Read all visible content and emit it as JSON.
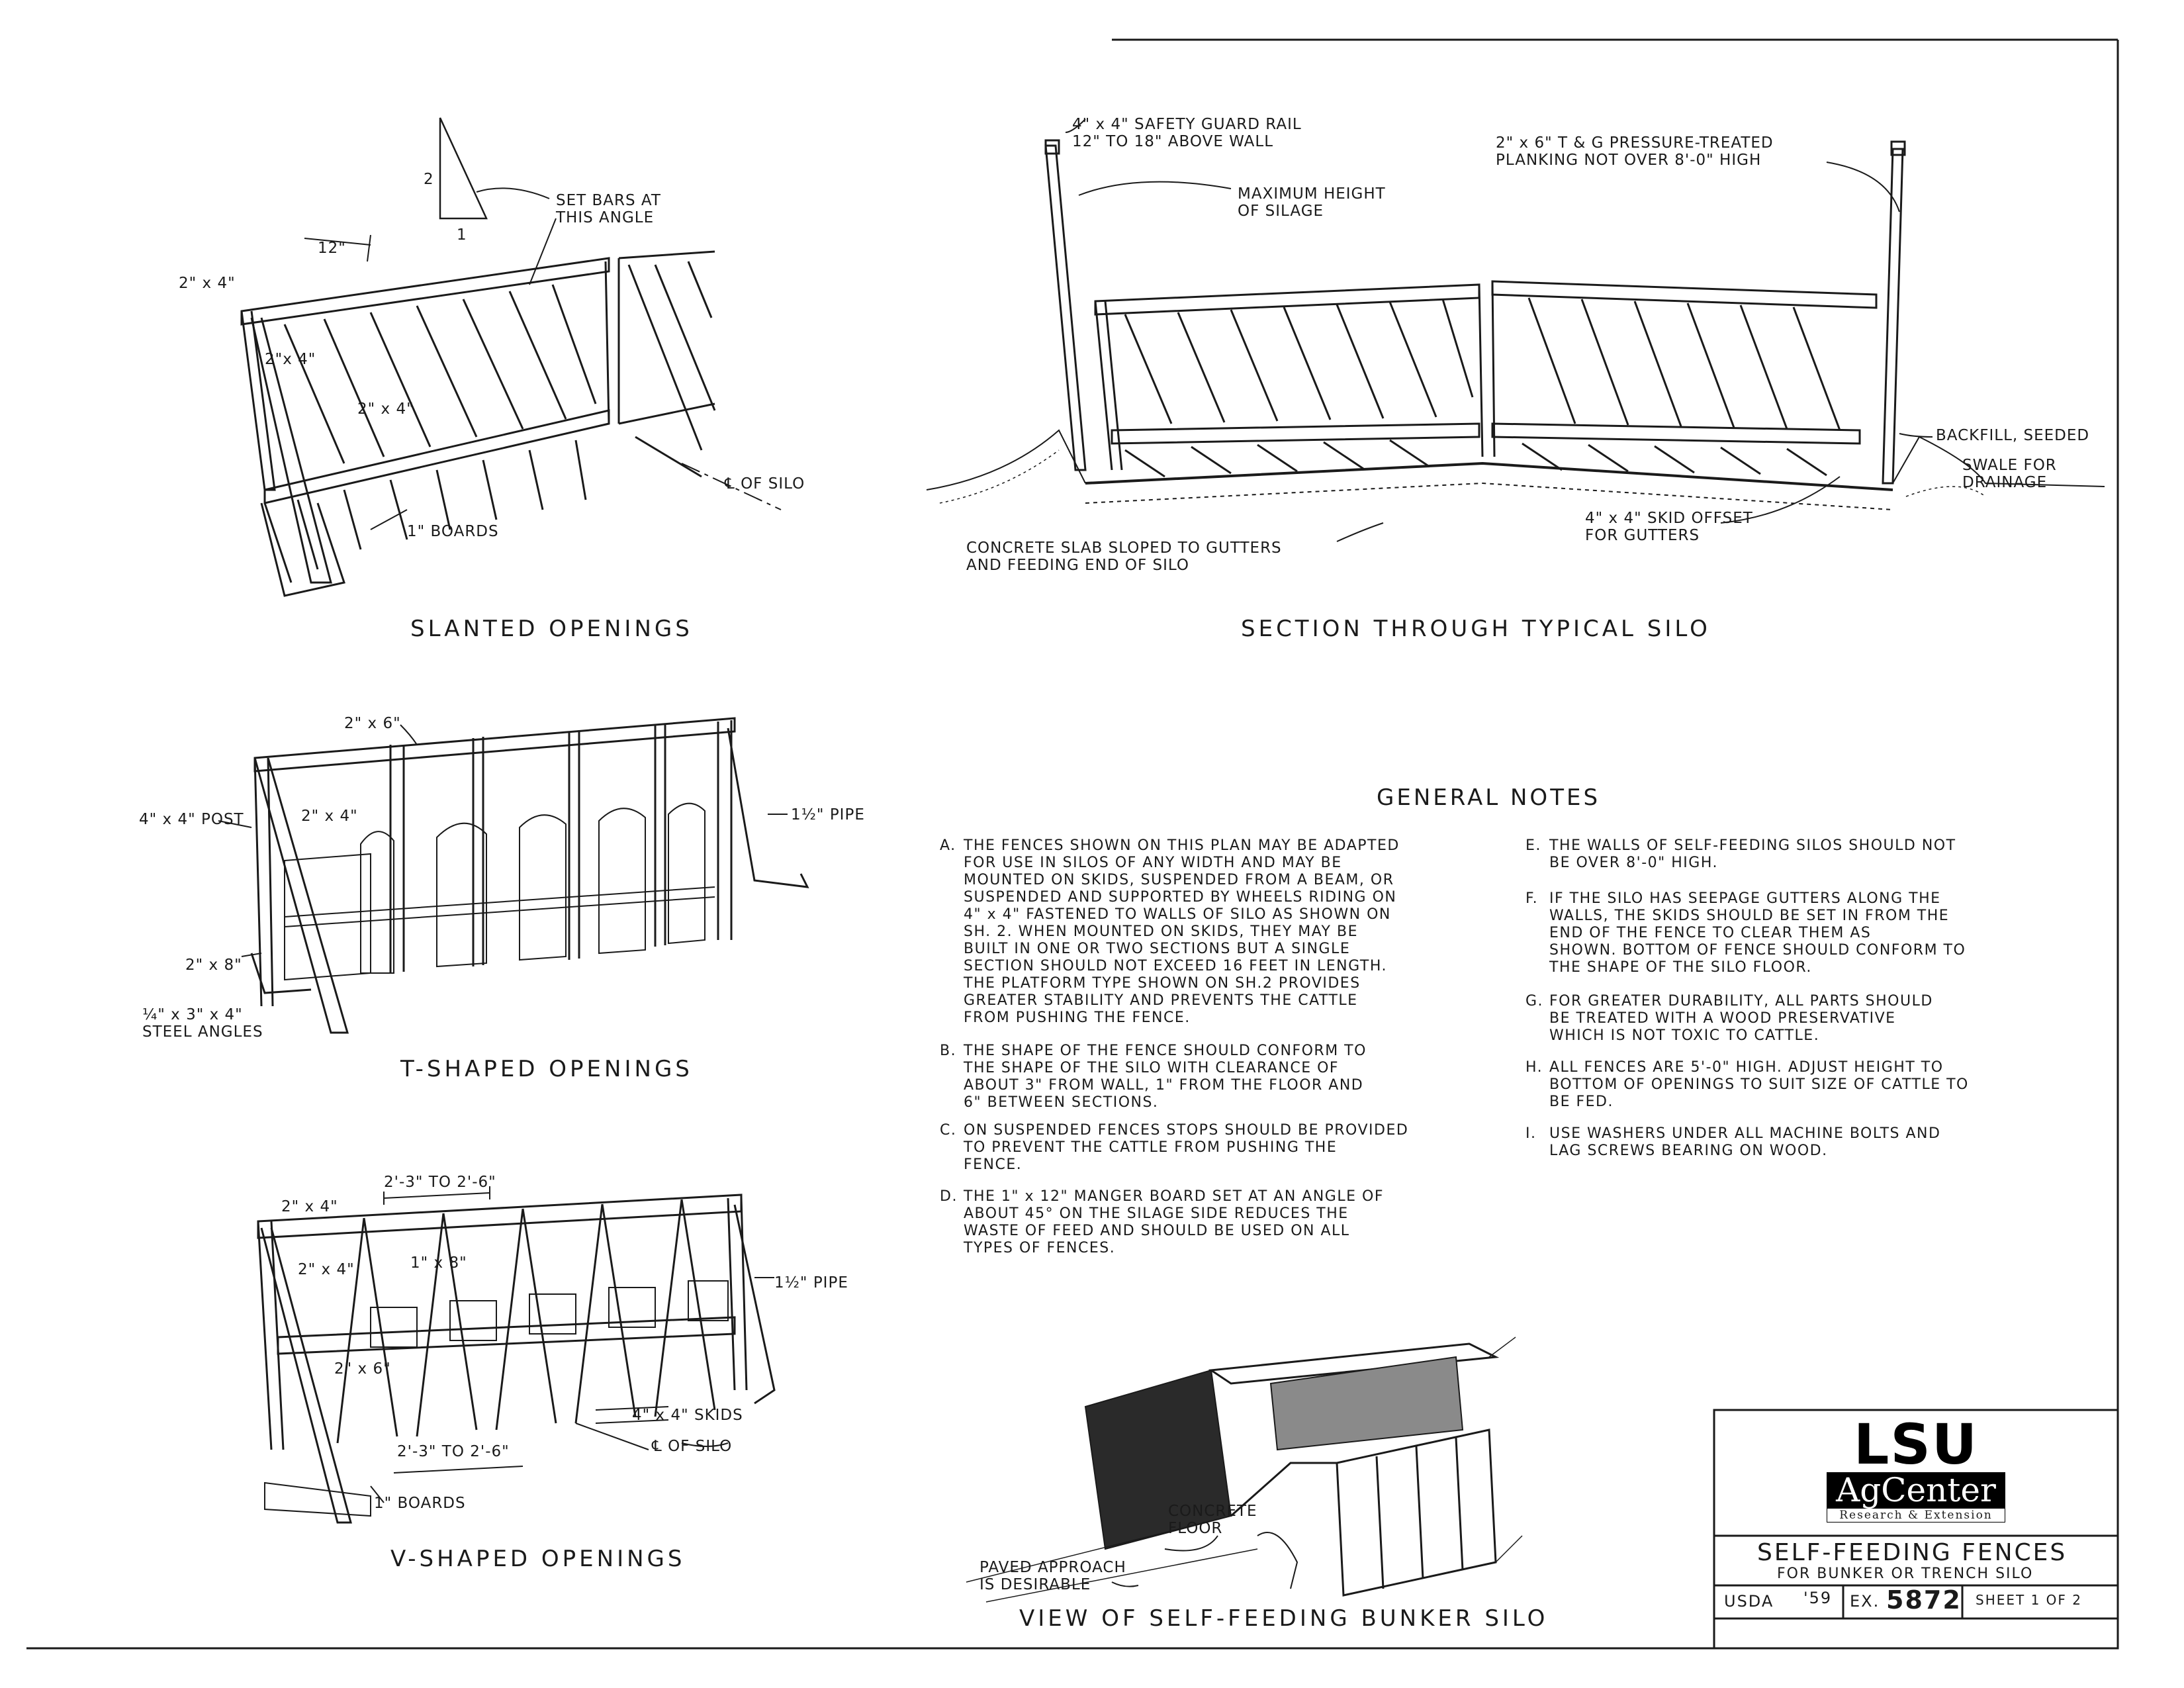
{
  "titles": {
    "slanted": "SLANTED OPENINGS",
    "section": "SECTION THROUGH TYPICAL SILO",
    "t_shaped": "T-SHAPED OPENINGS",
    "v_shaped": "V-SHAPED OPENINGS",
    "bunker_view": "VIEW OF SELF-FEEDING BUNKER SILO",
    "general_notes": "GENERAL NOTES"
  },
  "slanted_labels": {
    "ratio_2": "2",
    "ratio_1": "1",
    "set_bars": "SET BARS AT\nTHIS ANGLE",
    "spacing": "12\"",
    "top_rail": "2\" x 4\"",
    "diag": "2\"x 4\"",
    "bar": "2\" x 4\"",
    "boards": "1\" BOARDS",
    "centerline": "℄ OF SILO"
  },
  "section_labels": {
    "guard_rail": "4\" x 4\" SAFETY GUARD RAIL\n12\" TO 18\" ABOVE WALL",
    "planking": "2\" x 6\" T & G PRESSURE-TREATED\nPLANKING NOT OVER 8'-0\" HIGH",
    "max_height": "MAXIMUM HEIGHT\nOF SILAGE",
    "backfill": "BACKFILL, SEEDED",
    "swale": "SWALE FOR\nDRAINAGE",
    "skid": "4\" x 4\" SKID OFFSET\nFOR GUTTERS",
    "slab": "CONCRETE SLAB SLOPED TO GUTTERS\nAND FEEDING END OF SILO"
  },
  "t_labels": {
    "top": "2\" x 6\"",
    "post": "4\" x 4\" POST",
    "inner": "2\" x 4\"",
    "pipe": "1½\" PIPE",
    "base": "2\" x 8\"",
    "angles": "¼\" x 3\" x 4\"\nSTEEL ANGLES"
  },
  "v_labels": {
    "top_rail": "2\" x 4\"",
    "spacing_top": "2'-3\" TO 2'-6\"",
    "diag": "2\" x 4\"",
    "board": "1\" x 8\"",
    "pipe": "1½\" PIPE",
    "mid": "2\" x 6\"",
    "skids": "4\" x 4\" SKIDS",
    "spacing_bottom": "2'-3\" TO 2'-6\"",
    "centerline": "℄ OF SILO",
    "boards": "1\" BOARDS"
  },
  "bunker_labels": {
    "floor": "CONCRETE\nFLOOR",
    "approach": "PAVED APPROACH\nIS DESIRABLE"
  },
  "notes": [
    {
      "letter": "A.",
      "text": "THE FENCES SHOWN ON THIS PLAN MAY BE ADAPTED\nFOR USE IN SILOS OF ANY WIDTH AND MAY BE\nMOUNTED ON SKIDS, SUSPENDED FROM A BEAM, OR\nSUSPENDED AND SUPPORTED BY WHEELS RIDING ON\n4\" x 4\" FASTENED TO WALLS OF SILO AS SHOWN ON\nSH. 2. WHEN MOUNTED ON SKIDS, THEY MAY BE\nBUILT IN ONE OR TWO SECTIONS BUT A SINGLE\nSECTION SHOULD NOT EXCEED 16 FEET IN LENGTH.\nTHE PLATFORM TYPE SHOWN ON SH.2 PROVIDES\nGREATER STABILITY AND PREVENTS THE CATTLE\nFROM PUSHING THE FENCE."
    },
    {
      "letter": "B.",
      "text": "THE SHAPE OF THE FENCE SHOULD CONFORM TO\nTHE SHAPE OF THE SILO WITH CLEARANCE OF\nABOUT 3\" FROM WALL, 1\" FROM THE FLOOR AND\n6\" BETWEEN SECTIONS."
    },
    {
      "letter": "C.",
      "text": "ON SUSPENDED FENCES STOPS SHOULD BE PROVIDED\nTO PREVENT THE CATTLE FROM PUSHING THE\nFENCE."
    },
    {
      "letter": "D.",
      "text": "THE 1\" x 12\" MANGER BOARD SET AT AN ANGLE OF\nABOUT 45° ON THE SILAGE SIDE REDUCES THE\nWASTE OF FEED AND SHOULD BE USED ON ALL\nTYPES OF FENCES."
    },
    {
      "letter": "E.",
      "text": "THE WALLS OF SELF-FEEDING SILOS SHOULD NOT\nBE OVER 8'-0\" HIGH."
    },
    {
      "letter": "F.",
      "text": "IF THE SILO HAS SEEPAGE GUTTERS ALONG THE\nWALLS, THE SKIDS SHOULD BE SET IN FROM THE\nEND OF THE FENCE TO CLEAR THEM AS\nSHOWN. BOTTOM OF FENCE SHOULD CONFORM TO\nTHE SHAPE OF THE SILO FLOOR."
    },
    {
      "letter": "G.",
      "text": "FOR GREATER DURABILITY, ALL PARTS SHOULD\nBE TREATED WITH A WOOD PRESERVATIVE\nWHICH IS NOT TOXIC TO CATTLE."
    },
    {
      "letter": "H.",
      "text": "ALL FENCES ARE 5'-0\" HIGH. ADJUST HEIGHT TO\nBOTTOM OF OPENINGS TO SUIT SIZE OF CATTLE TO\nBE FED."
    },
    {
      "letter": "I.",
      "text": "USE WASHERS UNDER ALL MACHINE BOLTS AND\nLAG SCREWS BEARING ON WOOD."
    }
  ],
  "title_block": {
    "logo_top": "LSU",
    "logo_mid": "AgCenter",
    "logo_sub": "Research & Extension",
    "title": "SELF-FEEDING FENCES",
    "subtitle": "FOR BUNKER OR TRENCH SILO",
    "agency": "USDA",
    "year": "'59",
    "ex_prefix": "EX.",
    "ex_number": "5872",
    "sheet": "SHEET 1 OF 2"
  }
}
